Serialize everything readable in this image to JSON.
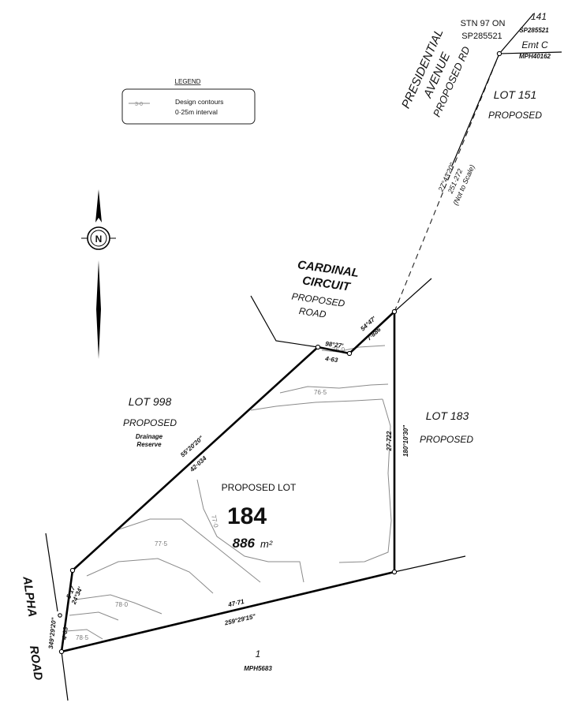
{
  "legend": {
    "title": "LEGEND",
    "sample_label": "3·0",
    "line1": "Design contours",
    "line2": "0·25m interval"
  },
  "north_arrow": {
    "letter": "N",
    "icon": "north-arrow-icon"
  },
  "stn": {
    "line1": "STN 97 ON",
    "line2": "SP285521"
  },
  "lot_141": {
    "number": "141",
    "plan": "SP285521",
    "easement": "Emt C",
    "ref": "MPH40162"
  },
  "presidential": {
    "line1": "PRESIDENTIAL",
    "line2": "AVENUE",
    "line3": "PROPOSED RD"
  },
  "lot_151": {
    "name": "LOT 151",
    "status": "PROPOSED"
  },
  "tie_line": {
    "bearing": "27°43'20\"",
    "distance": "251·272",
    "note": "(Not to Scale)"
  },
  "cardinal": {
    "line1": "CARDINAL",
    "line2": "CIRCUIT",
    "line3": "PROPOSED",
    "line4": "ROAD"
  },
  "lot_998": {
    "name": "LOT 998",
    "status": "PROPOSED",
    "sub1": "Drainage",
    "sub2": "Reserve"
  },
  "lot_183": {
    "name": "LOT 183",
    "status": "PROPOSED"
  },
  "main_lot": {
    "caption": "PROPOSED LOT",
    "number": "184",
    "area_value": "886",
    "area_unit": "m²"
  },
  "dimensions": {
    "top_bearing": "98°27'",
    "top_distance": "4·63",
    "corner_bearing": "54°47'",
    "corner_distance": "7·886",
    "right_bearing": "180°10'30\"",
    "right_distance": "27·722",
    "left_bearing": "55°20'20\"",
    "left_distance": "42·034",
    "bottom_distance": "47·71",
    "bottom_bearing": "259°29'15\"",
    "sw_upper_distance": "5·17",
    "sw_upper_bearing": "24°34'",
    "sw_lower_bearing": "349°29'20\"",
    "sw_lower_distance": "4·03"
  },
  "contours": {
    "c760": "76·0",
    "c765": "76·5",
    "c770": "77·0",
    "c775": "77·5",
    "c780": "78·0",
    "c785": "78·5"
  },
  "alpha": {
    "word1": "ALPHA",
    "word2": "ROAD"
  },
  "lot_1": {
    "number": "1",
    "ref": "MPH5683"
  }
}
